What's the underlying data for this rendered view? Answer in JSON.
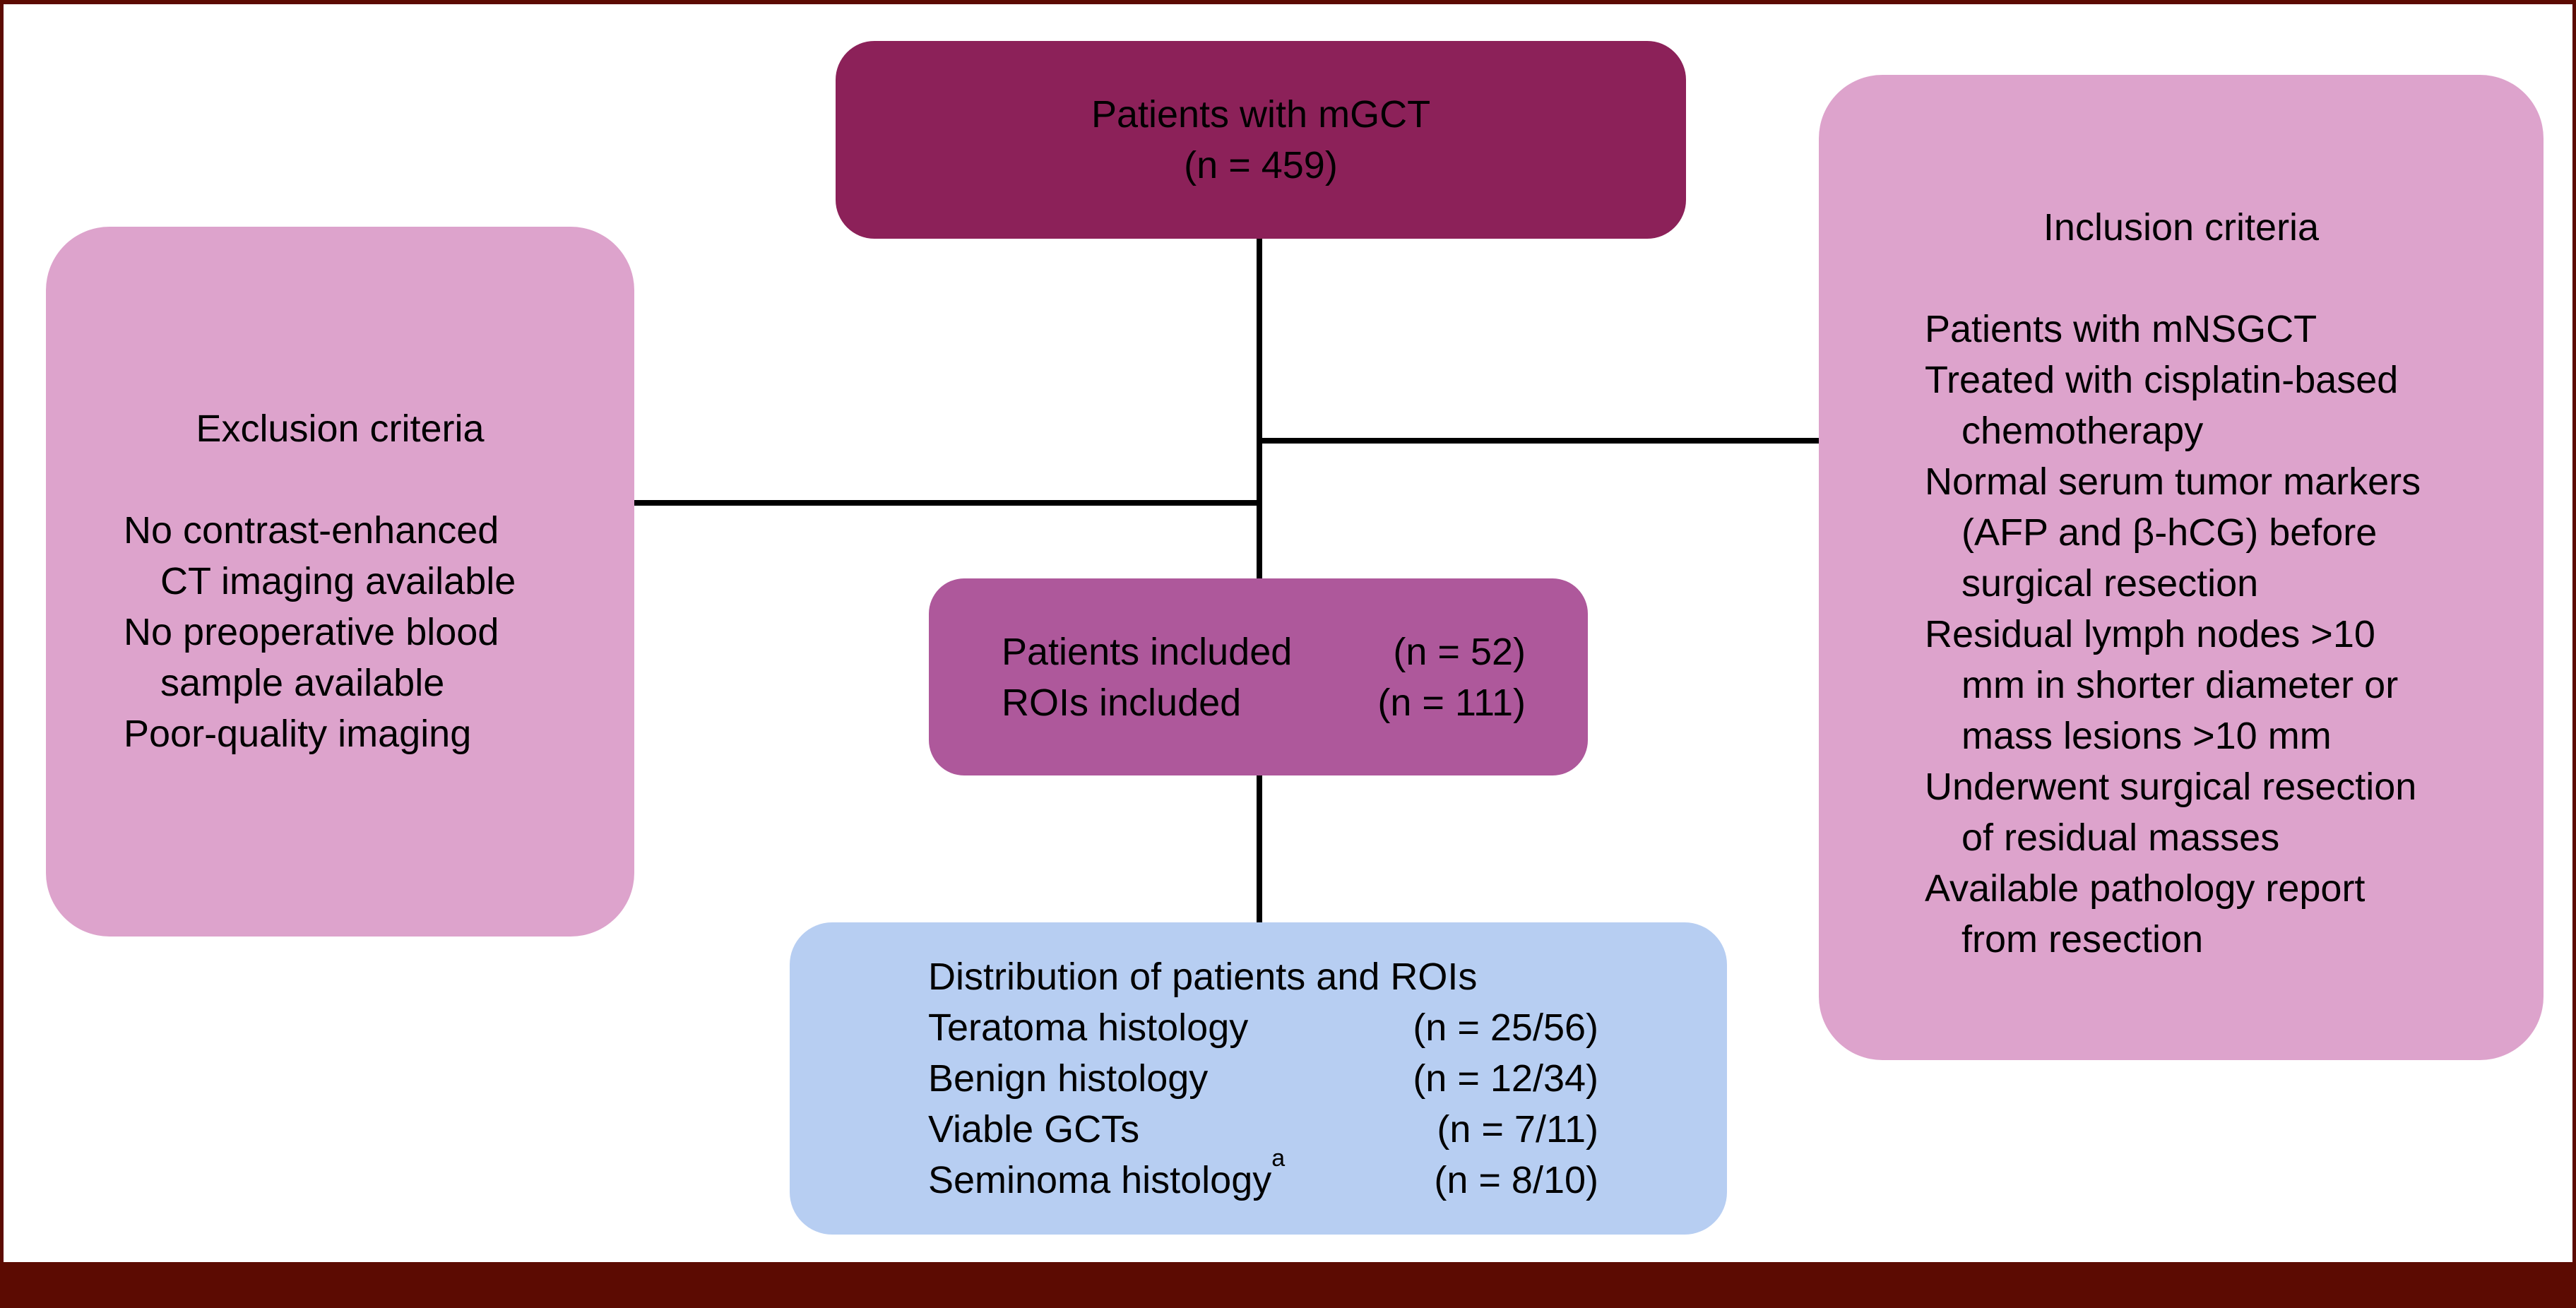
{
  "figure": {
    "background": "#FFFFFF",
    "border_color": "#5C0B02",
    "line_color": "#000000",
    "text_color": "#000000"
  },
  "boxes": {
    "top": {
      "color": "#8C2159",
      "line1": "Patients with mGCT",
      "line2": "(n = 459)"
    },
    "exclusion": {
      "color": "#DDA3CC",
      "title": "Exclusion criteria",
      "lines": [
        "No contrast-enhanced",
        "CT imaging available",
        "No preoperative blood",
        "sample available",
        "Poor-quality imaging"
      ]
    },
    "inclusion": {
      "color": "#DDA3CC",
      "title": "Inclusion criteria",
      "lines": [
        "Patients with mNSGCT",
        "Treated with cisplatin-based",
        "chemotherapy",
        "Normal serum tumor markers",
        "(AFP and β-hCG) before",
        "surgical resection",
        "Residual lymph nodes >10",
        "mm in shorter diameter or",
        "mass lesions >10 mm",
        "Underwent surgical resection",
        "of residual masses",
        "Available pathology report",
        "from resection"
      ]
    },
    "included": {
      "color": "#AE589B",
      "rows": [
        {
          "label": "Patients included",
          "value": "(n = 52)"
        },
        {
          "label": "ROIs included",
          "value": "(n = 111)"
        }
      ]
    },
    "distribution": {
      "color": "#B7CEF2",
      "header": "Distribution of patients and ROIs",
      "rows": [
        {
          "label": "Teratoma histology",
          "sup": "",
          "value": "(n = 25/56)"
        },
        {
          "label": "Benign histology",
          "sup": "",
          "value": "(n = 12/34)"
        },
        {
          "label": "Viable GCTs",
          "sup": "",
          "value": "(n = 7/11)"
        },
        {
          "label": "Seminoma histology",
          "sup": "a",
          "value": "(n = 8/10)"
        }
      ]
    }
  }
}
